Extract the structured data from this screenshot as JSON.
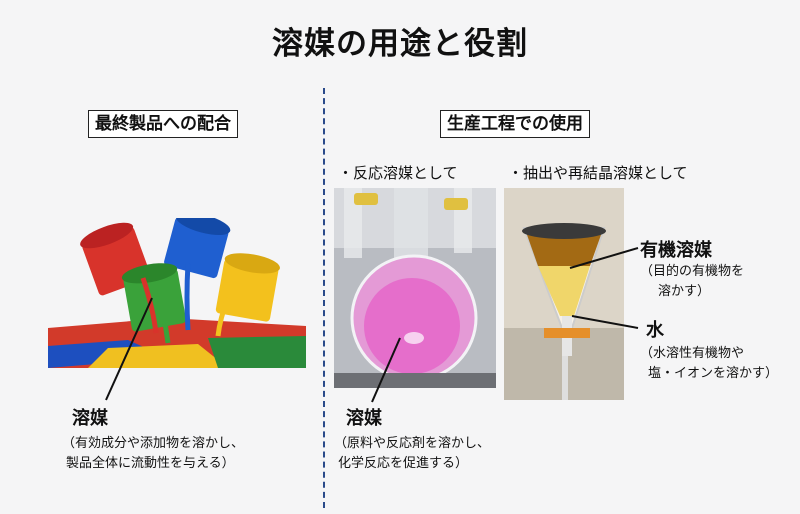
{
  "title": "溶媒の用途と役割",
  "left": {
    "heading": "最終製品への配合",
    "label": "溶媒",
    "desc_line1": "（有効成分や添加物を溶かし、",
    "desc_line2": "製品全体に流動性を与える）"
  },
  "right": {
    "heading": "生産工程での使用",
    "bullet1": "・反応溶媒として",
    "bullet2": "・抽出や再結晶溶媒として",
    "flask_label": "溶媒",
    "flask_desc1": "（原料や反応剤を溶かし、",
    "flask_desc2": "化学反応を促進する）",
    "organic_label": "有機溶媒",
    "organic_desc1": "（目的の有機物を",
    "organic_desc2": "溶かす）",
    "water_label": "水",
    "water_desc1": "（水溶性有機物や",
    "water_desc2": "塩・イオンを溶かす）"
  }
}
